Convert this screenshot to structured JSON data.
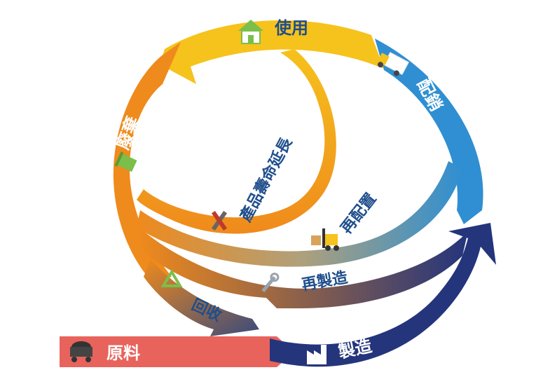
{
  "diagram": {
    "stages": {
      "use": "使用",
      "distribution": "配銷",
      "manufacturing": "製造",
      "raw_material": "原料",
      "disposal": "廢棄"
    },
    "loops": {
      "life_extension": "產品壽命延長",
      "redistribution": "再配置",
      "remanufacturing": "再製造",
      "recycling": "回收"
    },
    "colors": {
      "yellow": "#f6c21c",
      "orange": "#ef8a1c",
      "blue": "#2f8fd2",
      "navy": "#24357c",
      "red": "#e8635c",
      "label_blue": "#1f4e8c",
      "label_white": "#ffffff"
    }
  }
}
